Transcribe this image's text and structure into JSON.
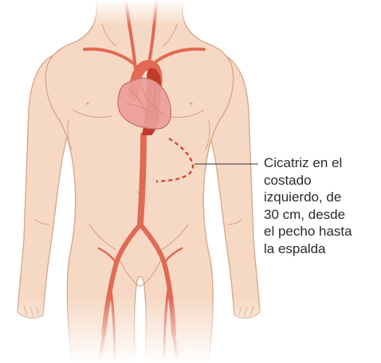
{
  "annotation": {
    "lines": [
      "Cicatriz en el",
      "costado",
      "izquierdo, de",
      "30 cm, desde",
      "el pecho hasta",
      "la espalda"
    ]
  },
  "colors": {
    "skin": "#f6d9c4",
    "skin_outline": "#d9a88b",
    "artery": "#e06a55",
    "aortic_graft": "#c0392b",
    "heart": "#eb9f99",
    "heart_outline": "#c66f66",
    "scar_dash": "#d6453a",
    "leader_line": "#333333"
  },
  "icons": [
    "torso-figure",
    "heart-icon",
    "aorta-graft",
    "scar-incision"
  ]
}
